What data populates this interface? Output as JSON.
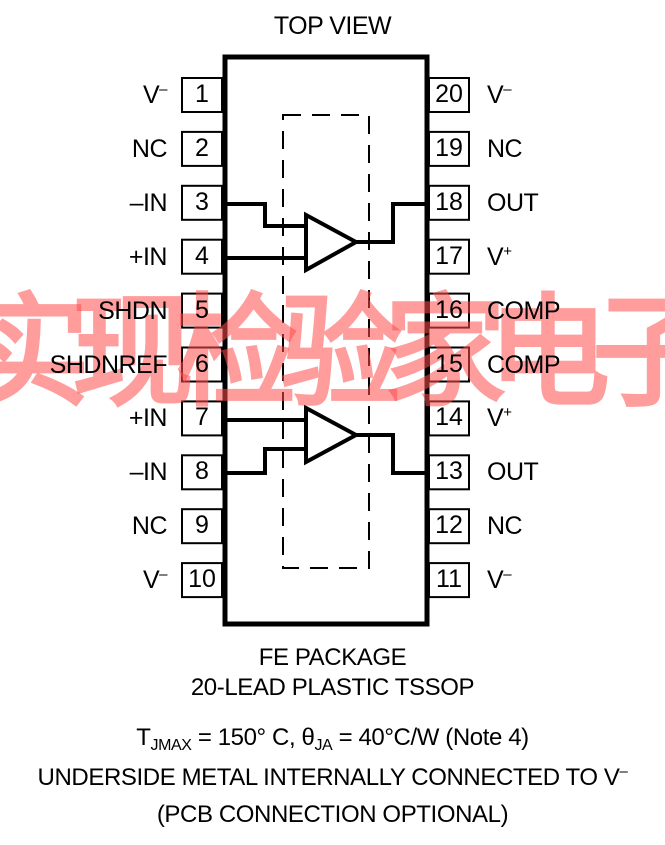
{
  "title": "TOP VIEW",
  "left_pins": [
    {
      "num": "1",
      "label": "V",
      "sup": "–"
    },
    {
      "num": "2",
      "label": "NC",
      "sup": ""
    },
    {
      "num": "3",
      "label": "–IN",
      "sup": ""
    },
    {
      "num": "4",
      "label": "+IN",
      "sup": ""
    },
    {
      "num": "5",
      "label": "SHDN",
      "sup": ""
    },
    {
      "num": "6",
      "label": "SHDNREF",
      "sup": ""
    },
    {
      "num": "7",
      "label": "+IN",
      "sup": ""
    },
    {
      "num": "8",
      "label": "–IN",
      "sup": ""
    },
    {
      "num": "9",
      "label": "NC",
      "sup": ""
    },
    {
      "num": "10",
      "label": "V",
      "sup": "–"
    }
  ],
  "right_pins": [
    {
      "num": "20",
      "label": "V",
      "sup": "–"
    },
    {
      "num": "19",
      "label": "NC",
      "sup": ""
    },
    {
      "num": "18",
      "label": "OUT",
      "sup": ""
    },
    {
      "num": "17",
      "label": "V",
      "sup": "+"
    },
    {
      "num": "16",
      "label": "COMP",
      "sup": ""
    },
    {
      "num": "15",
      "label": "COMP",
      "sup": ""
    },
    {
      "num": "14",
      "label": "V",
      "sup": "+"
    },
    {
      "num": "13",
      "label": "OUT",
      "sup": ""
    },
    {
      "num": "12",
      "label": "NC",
      "sup": ""
    },
    {
      "num": "11",
      "label": "V",
      "sup": "–"
    }
  ],
  "package": {
    "line1": "FE PACKAGE",
    "line2": "20-LEAD PLASTIC TSSOP"
  },
  "thermal": {
    "t": "T",
    "t_sub": "JMAX",
    "t_val": " = 150° C, ",
    "theta": "θ",
    "theta_sub": "JA",
    "theta_val": " = 40°C/W (Note 4)"
  },
  "note": {
    "line1": "UNDERSIDE METAL INTERNALLY CONNECTED TO V",
    "line1_sup": "–",
    "line2": "(PCB CONNECTION OPTIONAL)"
  },
  "watermark": {
    "text": "实现检验家电子",
    "color": "#ff4a4a"
  }
}
